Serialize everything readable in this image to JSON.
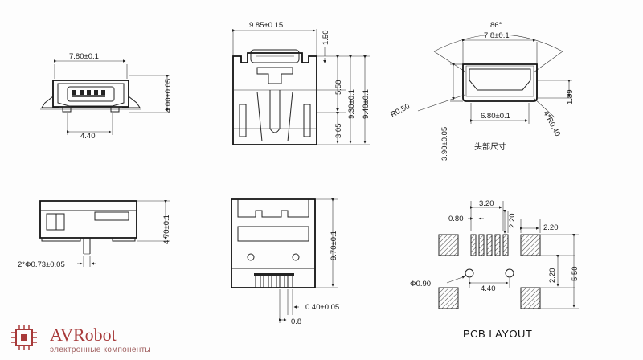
{
  "views": {
    "front": {
      "dim_width": "7.80±0.1",
      "dim_height": "4.00±0.05",
      "dim_pin_span": "4.40"
    },
    "top": {
      "dim_width": "9.85±0.15",
      "dim_tab": "1.50",
      "dim_a": "5.50",
      "dim_b": "3.05",
      "dim_c": "9.30±0.1",
      "dim_d": "9.40±0.1"
    },
    "head": {
      "dim_angle": "86°",
      "dim_top": "7.8±0.1",
      "dim_bottom": "6.80±0.1",
      "dim_radius": "R0.50",
      "dim_corner": "4*R0.40",
      "dim_height": "3.90±0.05",
      "dim_side": "1.89",
      "caption": "头部尺寸"
    },
    "side": {
      "dim_height": "4.70±0.1",
      "dim_post": "2*Φ0.73±0.05"
    },
    "bottom": {
      "dim_height": "9.70±0.1",
      "dim_pin_width": "0.40±0.05",
      "dim_pitch": "0.8"
    },
    "pcb": {
      "dim_span": "3.20",
      "dim_pitch": "0.80",
      "dim_pad_h": "2.20",
      "dim_pad_w": "2.20",
      "dim_hole": "Φ0.90",
      "dim_hole_span": "4.40",
      "dim_pad_gap": "2.20",
      "dim_total": "5.50",
      "title": "PCB LAYOUT"
    }
  },
  "logo": {
    "name": "AVRobot",
    "tagline": "электронные компоненты",
    "color": "#a83a3a"
  }
}
